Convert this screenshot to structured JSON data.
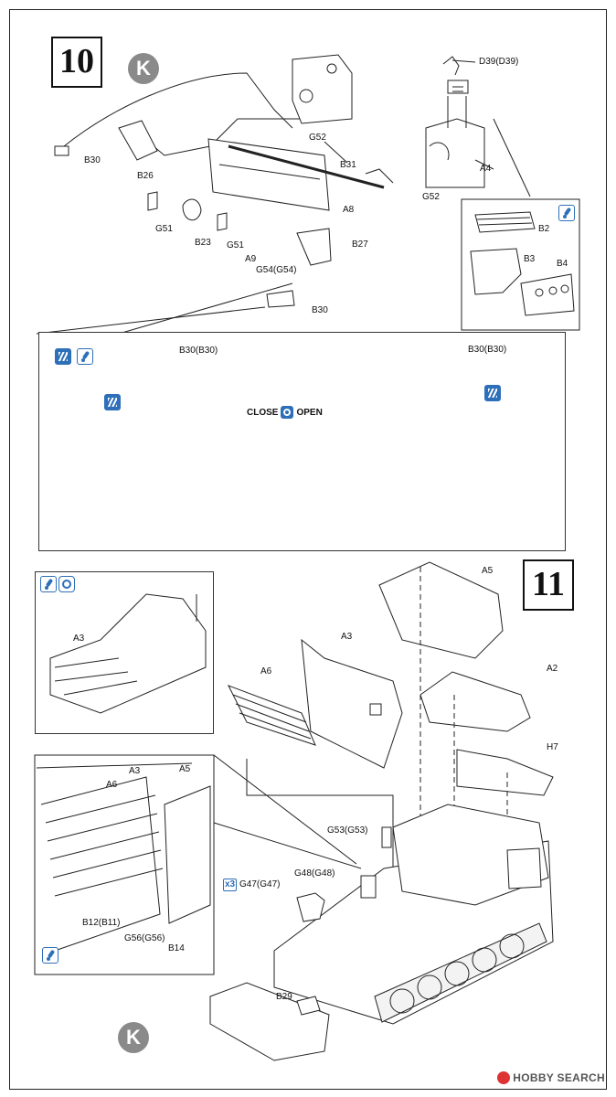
{
  "steps": {
    "step10": "10",
    "step11": "11",
    "k_marker": "K"
  },
  "step10_labels": {
    "d39": "D39(D39)",
    "b30_top": "B30",
    "b26": "B26",
    "g52_a": "G52",
    "b31": "B31",
    "a4": "A4",
    "g52_b": "G52",
    "a8": "A8",
    "g51_a": "G51",
    "b23": "B23",
    "g51_b": "G51",
    "a9": "A9",
    "g54": "G54(G54)",
    "b27": "B27",
    "b30_bottom": "B30",
    "b2": "B2",
    "b3": "B3",
    "b4": "B4"
  },
  "detail_panel": {
    "b30_close": "B30(B30)",
    "b30_open": "B30(B30)",
    "close": "CLOSE",
    "open": "OPEN"
  },
  "step11_labels": {
    "a3_inset": "A3",
    "a5": "A5",
    "a3": "A3",
    "a6": "A6",
    "a2": "A2",
    "h7": "H7",
    "a3_detail": "A3",
    "a6_detail": "A6",
    "a5_detail": "A5",
    "g53": "G53(G53)",
    "g48": "G48(G48)",
    "x3": "x3",
    "g47": "G47(G47)",
    "b12": "B12(B11)",
    "g56": "G56(G56)",
    "b14": "B14",
    "b29": "B29"
  },
  "watermark": "HOBBY SEARCH"
}
